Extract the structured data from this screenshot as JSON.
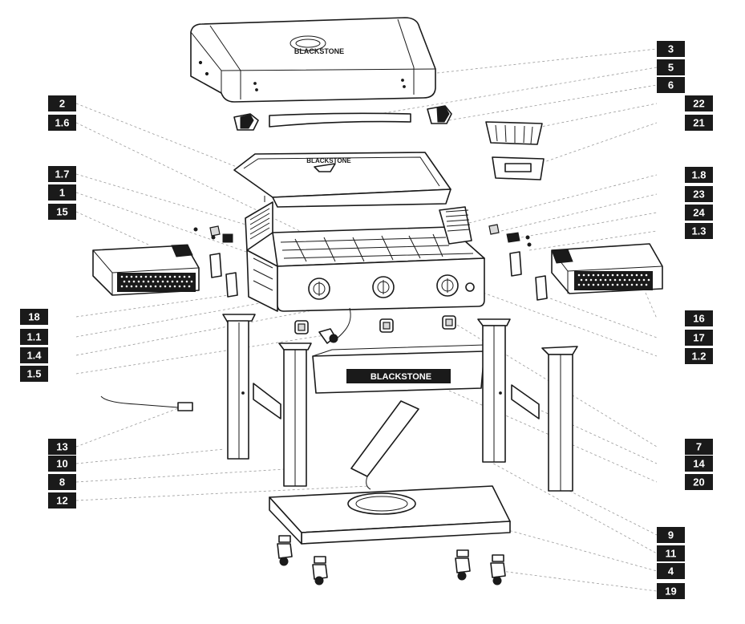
{
  "brand": {
    "lid_logo": "BLACKSTONE",
    "griddle_logo": "BLACKSTONE",
    "tray_logo": "BLACKSTONE"
  },
  "labels": [
    "3",
    "5",
    "6",
    "22",
    "21",
    "1.8",
    "23",
    "24",
    "1.3",
    "16",
    "17",
    "1.2",
    "7",
    "14",
    "20",
    "9",
    "11",
    "4",
    "19",
    "2",
    "1.6",
    "1.7",
    "1",
    "15",
    "18",
    "1.1",
    "1.4",
    "1.5",
    "13",
    "10",
    "8",
    "12"
  ]
}
